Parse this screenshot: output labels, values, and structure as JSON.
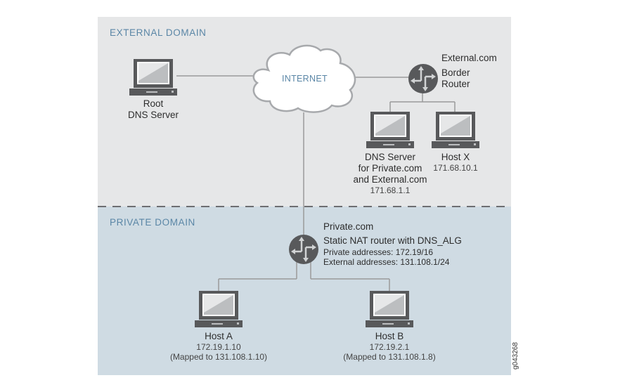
{
  "domains": {
    "external": {
      "label": "EXTERNAL DOMAIN",
      "color": "#e6e7e8"
    },
    "private": {
      "label": "PRIVATE DOMAIN",
      "color": "#cfdbe3"
    }
  },
  "cloud": {
    "label": "INTERNET"
  },
  "devices": {
    "root_dns": {
      "type": "laptop",
      "lines": [
        "Root",
        "DNS Server"
      ]
    },
    "border_router": {
      "type": "router",
      "domain_name": "External.com",
      "lines": [
        "Border",
        "Router"
      ]
    },
    "dns_server": {
      "type": "laptop",
      "lines": [
        "DNS Server",
        "for Private.com",
        "and External.com"
      ],
      "address": "171.68.1.1"
    },
    "host_x": {
      "type": "laptop",
      "lines": [
        "Host X"
      ],
      "address": "171.68.10.1"
    },
    "nat_router": {
      "type": "router",
      "domain_name": "Private.com",
      "title": "Static NAT router with DNS_ALG",
      "private_addresses": "Private addresses: 172.19/16",
      "external_addresses": "External addresses: 131.108.1/24"
    },
    "host_a": {
      "type": "laptop",
      "lines": [
        "Host A"
      ],
      "address": "172.19.1.10",
      "mapped": "(Mapped to 131.108.1.10)"
    },
    "host_b": {
      "type": "laptop",
      "lines": [
        "Host B"
      ],
      "address": "172.19.2.1",
      "mapped": "(Mapped to 131.108.1.8)"
    }
  },
  "colors": {
    "accent_text": "#5a86a6",
    "wire": "#9a9a9a",
    "device_dark": "#58595b",
    "dashed_divider": "#6d6e71"
  },
  "figure_id": "g043268"
}
